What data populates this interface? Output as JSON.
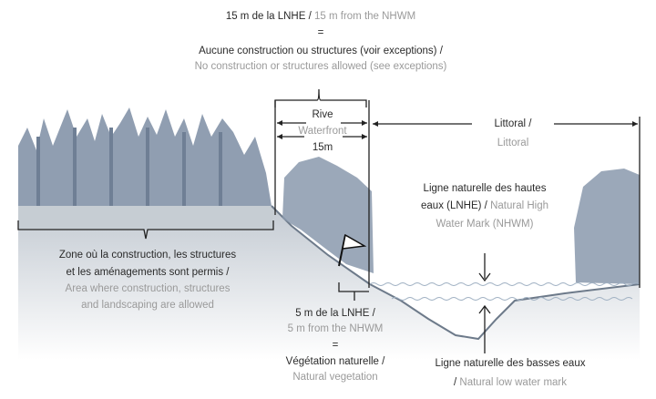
{
  "top": {
    "line1_fr": "15 m de la LNHE /",
    "line1_en": "15 m from the NHWM",
    "equals": "=",
    "line2_fr": "Aucune construction ou structures (voir exceptions) /",
    "line2_en": "No construction or structures allowed (see exceptions)"
  },
  "rive": {
    "fr": "Rive",
    "en": "Waterfront",
    "width": "15m"
  },
  "littoral": {
    "fr": "Littoral /",
    "en": "Littoral"
  },
  "zone": {
    "fr1": "Zone où la construction, les structures",
    "fr2": "et les aménagements sont permis /",
    "en1": "Area where construction, structures",
    "en2": "and landscaping are allowed"
  },
  "high_water": {
    "fr1": "Ligne naturelle des hautes",
    "fr2": "eaux (LNHE) /",
    "en2": "Natural High",
    "en3": "Water Mark (NHWM)"
  },
  "buffer": {
    "fr": "5 m de la LNHE /",
    "en": "5 m from the NHWM",
    "equals": "=",
    "veg_fr": "Végétation naturelle /",
    "veg_en": "Natural vegetation"
  },
  "low_water": {
    "fr": "Ligne naturelle des basses eaux",
    "slash": "/",
    "en": "Natural low water mark"
  },
  "colors": {
    "ground": "#c9d0d6",
    "trees": "#7f8fa6",
    "line": "#222222",
    "grey_text": "#9a9a9a"
  }
}
